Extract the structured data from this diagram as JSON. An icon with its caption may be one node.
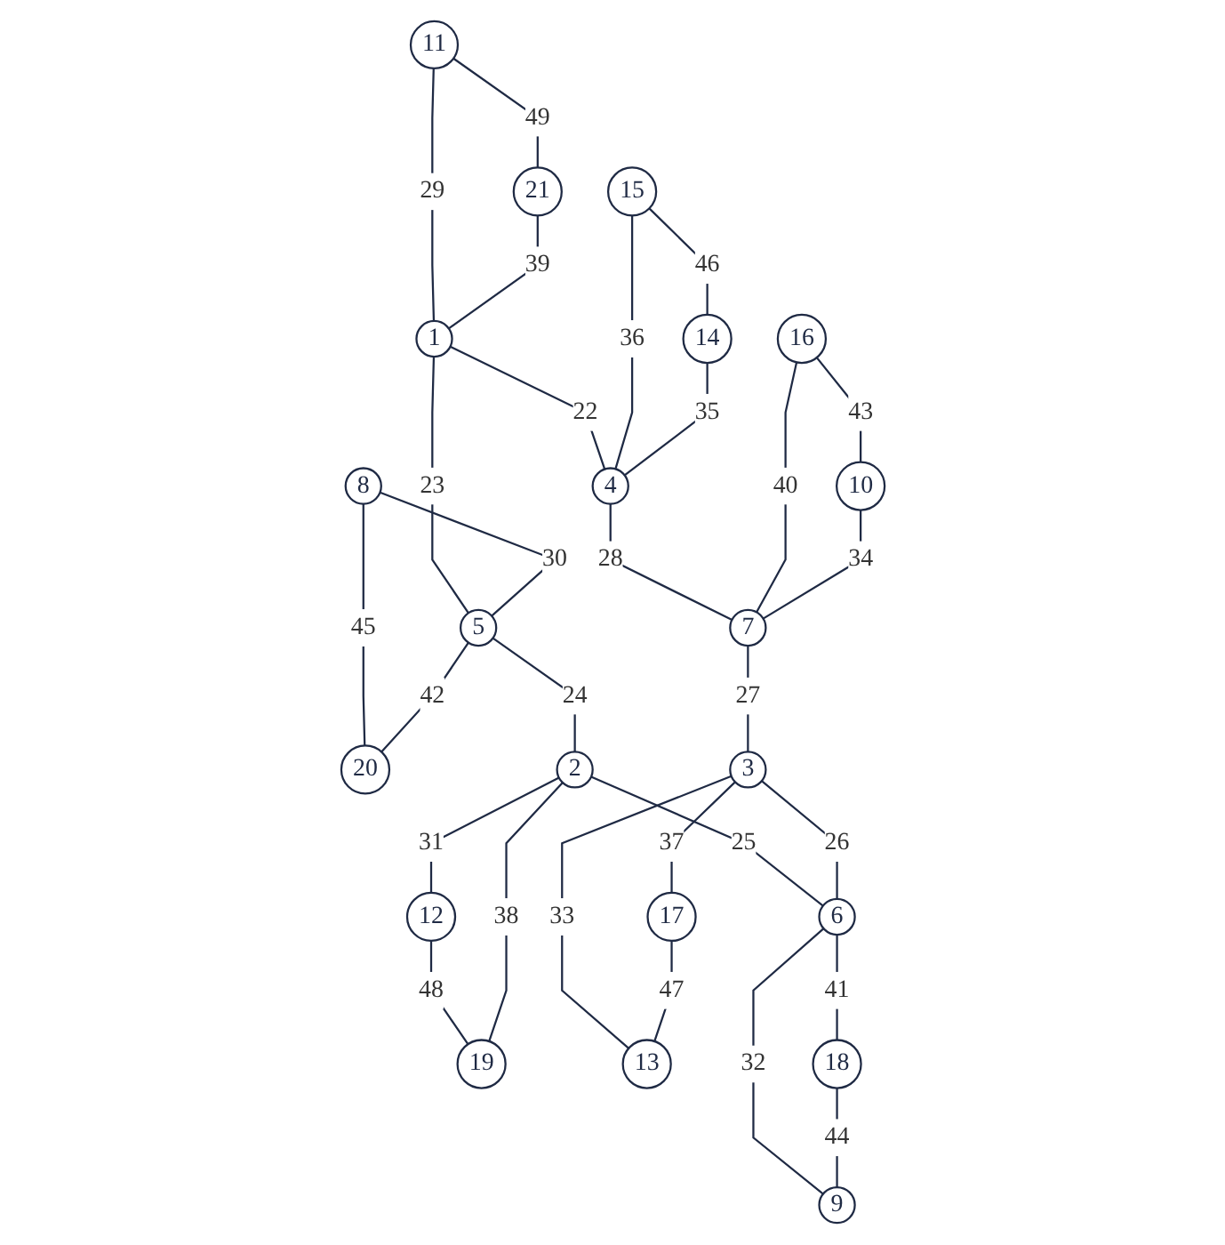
{
  "diagram": {
    "nodes": [
      {
        "text": [
          "11"
        ]
      },
      {
        "text": [
          "21"
        ]
      },
      {
        "text": [
          "8"
        ]
      },
      {
        "text": [
          "15"
        ]
      },
      {
        "text": [
          "1"
        ]
      },
      {
        "text": [
          "20"
        ]
      },
      {
        "text": [
          "14"
        ]
      },
      {
        "text": [
          "4"
        ]
      },
      {
        "text": [
          "5"
        ]
      },
      {
        "text": [
          "16"
        ]
      },
      {
        "text": [
          "12"
        ]
      },
      {
        "text": [
          "7"
        ]
      },
      {
        "text": [
          "2"
        ]
      },
      {
        "text": [
          "10"
        ]
      },
      {
        "text": [
          "19"
        ]
      },
      {
        "text": [
          "3"
        ]
      },
      {
        "text": [
          "6"
        ]
      },
      {
        "text": [
          "9"
        ]
      },
      {
        "text": [
          "17"
        ]
      },
      {
        "text": [
          "13"
        ]
      },
      {
        "text": [
          "18"
        ]
      }
    ],
    "edges": [
      {
        "from": 0,
        "to": 1,
        "arrow": "none",
        "label": "49"
      },
      {
        "from": 0,
        "to": 4,
        "arrow": "none",
        "label": "29"
      },
      {
        "from": 1,
        "to": 4,
        "arrow": "none",
        "label": "39"
      },
      {
        "from": 4,
        "to": 7,
        "arrow": "none",
        "label": "22"
      },
      {
        "from": 4,
        "to": 8,
        "arrow": "none",
        "label": "23"
      },
      {
        "from": 3,
        "to": 7,
        "arrow": "none",
        "label": "36"
      },
      {
        "from": 3,
        "to": 6,
        "arrow": "none",
        "label": "46"
      },
      {
        "from": 6,
        "to": 7,
        "arrow": "none",
        "label": "35"
      },
      {
        "from": 2,
        "to": 8,
        "arrow": "none",
        "label": "30"
      },
      {
        "from": 2,
        "to": 5,
        "arrow": "none",
        "label": "45"
      },
      {
        "from": 8,
        "to": 5,
        "arrow": "none",
        "label": "42"
      },
      {
        "from": 7,
        "to": 11,
        "arrow": "none",
        "label": "28"
      },
      {
        "from": 8,
        "to": 12,
        "arrow": "none",
        "label": "24"
      },
      {
        "from": 9,
        "to": 11,
        "arrow": "none",
        "label": "40"
      },
      {
        "from": 9,
        "to": 13,
        "arrow": "none",
        "label": "43"
      },
      {
        "from": 13,
        "to": 11,
        "arrow": "none",
        "label": "34"
      },
      {
        "from": 12,
        "to": 10,
        "arrow": "none",
        "label": "31"
      },
      {
        "from": 10,
        "to": 14,
        "arrow": "none",
        "label": "48"
      },
      {
        "from": 12,
        "to": 14,
        "arrow": "none",
        "label": "38"
      },
      {
        "from": 11,
        "to": 15,
        "arrow": "none",
        "label": "27"
      },
      {
        "from": 12,
        "to": 16,
        "arrow": "none",
        "label": "25"
      },
      {
        "from": 15,
        "to": 16,
        "arrow": "none",
        "label": "26"
      },
      {
        "from": 15,
        "to": 18,
        "arrow": "none",
        "label": "37"
      },
      {
        "from": 15,
        "to": 19,
        "arrow": "none",
        "label": "33"
      },
      {
        "from": 18,
        "to": 19,
        "arrow": "none",
        "label": "47"
      },
      {
        "from": 16,
        "to": 17,
        "arrow": "none",
        "label": "32"
      },
      {
        "from": 16,
        "to": 20,
        "arrow": "none",
        "label": "41"
      },
      {
        "from": 20,
        "to": 17,
        "arrow": "none",
        "label": "44"
      }
    ]
  }
}
